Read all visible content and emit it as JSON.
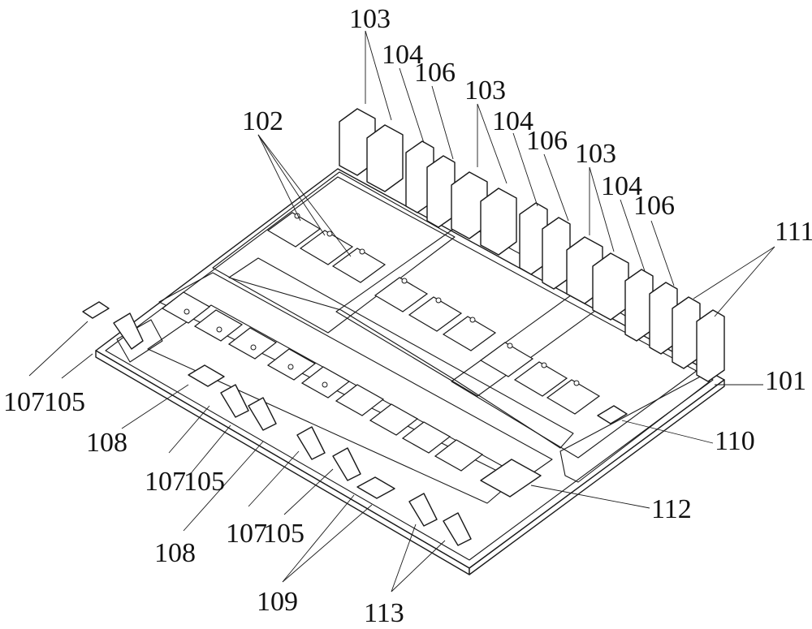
{
  "figure": {
    "type": "patent-isometric-line-drawing",
    "subject": "power module substrate with chips and pin terminals",
    "callouts": [
      {
        "id": "c103a",
        "text": "103"
      },
      {
        "id": "c104a",
        "text": "104"
      },
      {
        "id": "c106a",
        "text": "106"
      },
      {
        "id": "c103b",
        "text": "103"
      },
      {
        "id": "c104b",
        "text": "104"
      },
      {
        "id": "c106b",
        "text": "106"
      },
      {
        "id": "c103c",
        "text": "103"
      },
      {
        "id": "c104c",
        "text": "104"
      },
      {
        "id": "c106c",
        "text": "106"
      },
      {
        "id": "c102",
        "text": "102"
      },
      {
        "id": "c111",
        "text": "111"
      },
      {
        "id": "c101",
        "text": "101"
      },
      {
        "id": "c110",
        "text": "110"
      },
      {
        "id": "c112",
        "text": "112"
      },
      {
        "id": "c107a",
        "text": "107"
      },
      {
        "id": "c105a",
        "text": "105"
      },
      {
        "id": "c108a",
        "text": "108"
      },
      {
        "id": "c107b",
        "text": "107"
      },
      {
        "id": "c105b",
        "text": "105"
      },
      {
        "id": "c108b",
        "text": "108"
      },
      {
        "id": "c107c",
        "text": "107"
      },
      {
        "id": "c105c",
        "text": "105"
      },
      {
        "id": "c109",
        "text": "109"
      },
      {
        "id": "c113",
        "text": "113"
      }
    ],
    "line_color": "#1a1a1a",
    "background": "#ffffff"
  }
}
